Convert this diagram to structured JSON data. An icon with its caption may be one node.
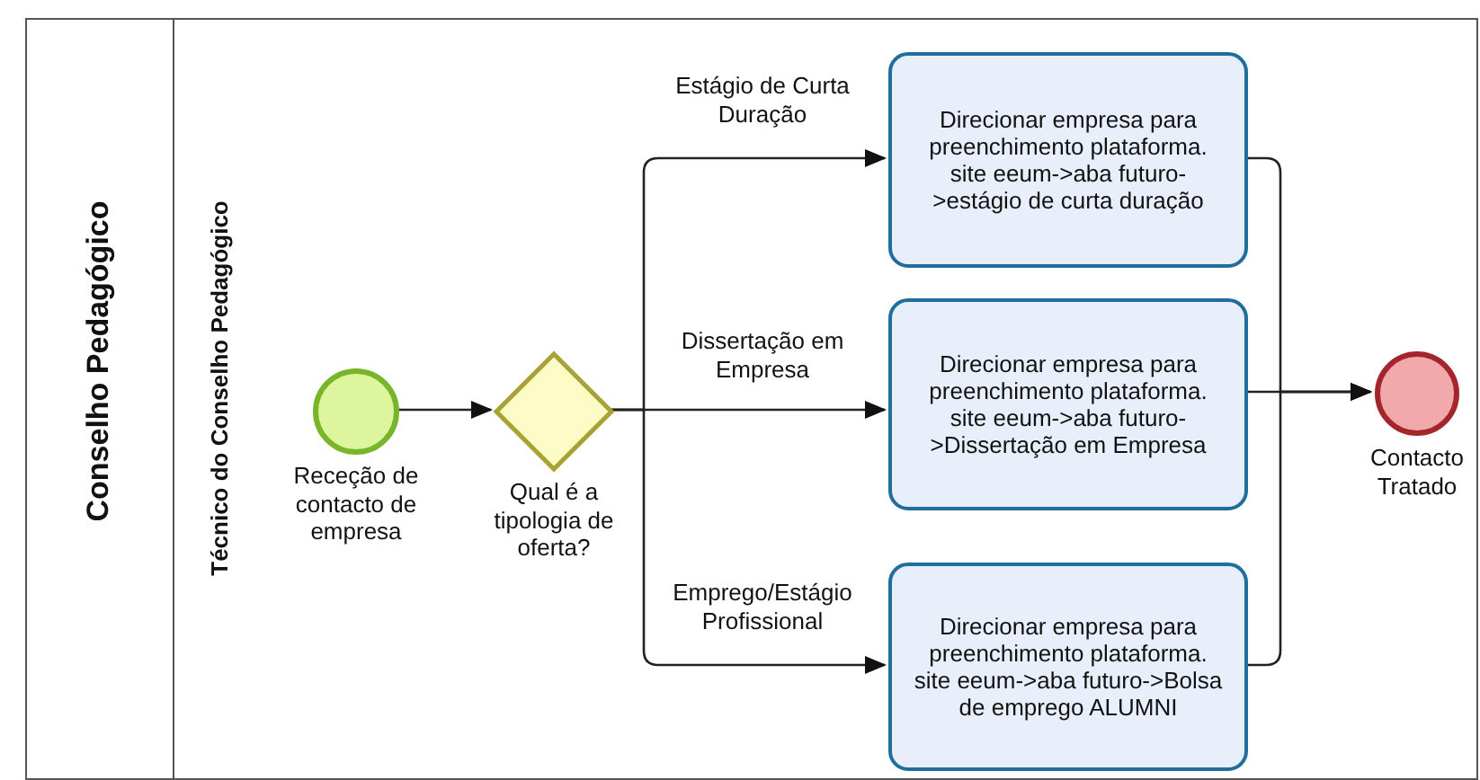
{
  "diagram": {
    "nodes": [
      {
        "text": [
          "Conselho Pedagógico"
        ]
      },
      {
        "text": [
          "Técnico do Conselho Pedagógico"
        ],
        "in": 0
      },
      {
        "text": [],
        "shape": "circle",
        "beside": [
          "Receção de contacto de empresa"
        ],
        "in": 1
      },
      {
        "text": [],
        "shape": "diamond",
        "beside": [
          "Qual é a tipologia de oferta?"
        ],
        "in": 1
      },
      {
        "text": [
          "Direcionar empresa para preenchimento plataforma. site eeum->aba futuro->estágio de curta duração"
        ],
        "in": 1
      },
      {
        "text": [
          "Direcionar empresa para preenchimento plataforma. site eeum->aba futuro->Dissertação em Empresa"
        ],
        "in": 1
      },
      {
        "text": [
          "Direcionar empresa para preenchimento plataforma. site eeum->aba futuro->Bolsa de emprego ALUMNI"
        ],
        "in": 1
      },
      {
        "text": [],
        "shape": "circle",
        "beside": [
          "Contacto Tratado"
        ],
        "in": 1
      }
    ],
    "edges": [
      {
        "from": 2,
        "to": 3,
        "arrow": "to"
      },
      {
        "from": 3,
        "to": 4,
        "arrow": "to",
        "label": "Estágio de Curta Duração"
      },
      {
        "from": 3,
        "to": 5,
        "arrow": "to",
        "label": "Dissertação em Empresa"
      },
      {
        "from": 3,
        "to": 6,
        "arrow": "to",
        "label": "Emprego/Estágio Profissional"
      },
      {
        "from": 4,
        "to": 7,
        "arrow": "to"
      },
      {
        "from": 5,
        "to": 7,
        "arrow": "to"
      },
      {
        "from": 6,
        "to": 7,
        "arrow": "to"
      }
    ]
  }
}
